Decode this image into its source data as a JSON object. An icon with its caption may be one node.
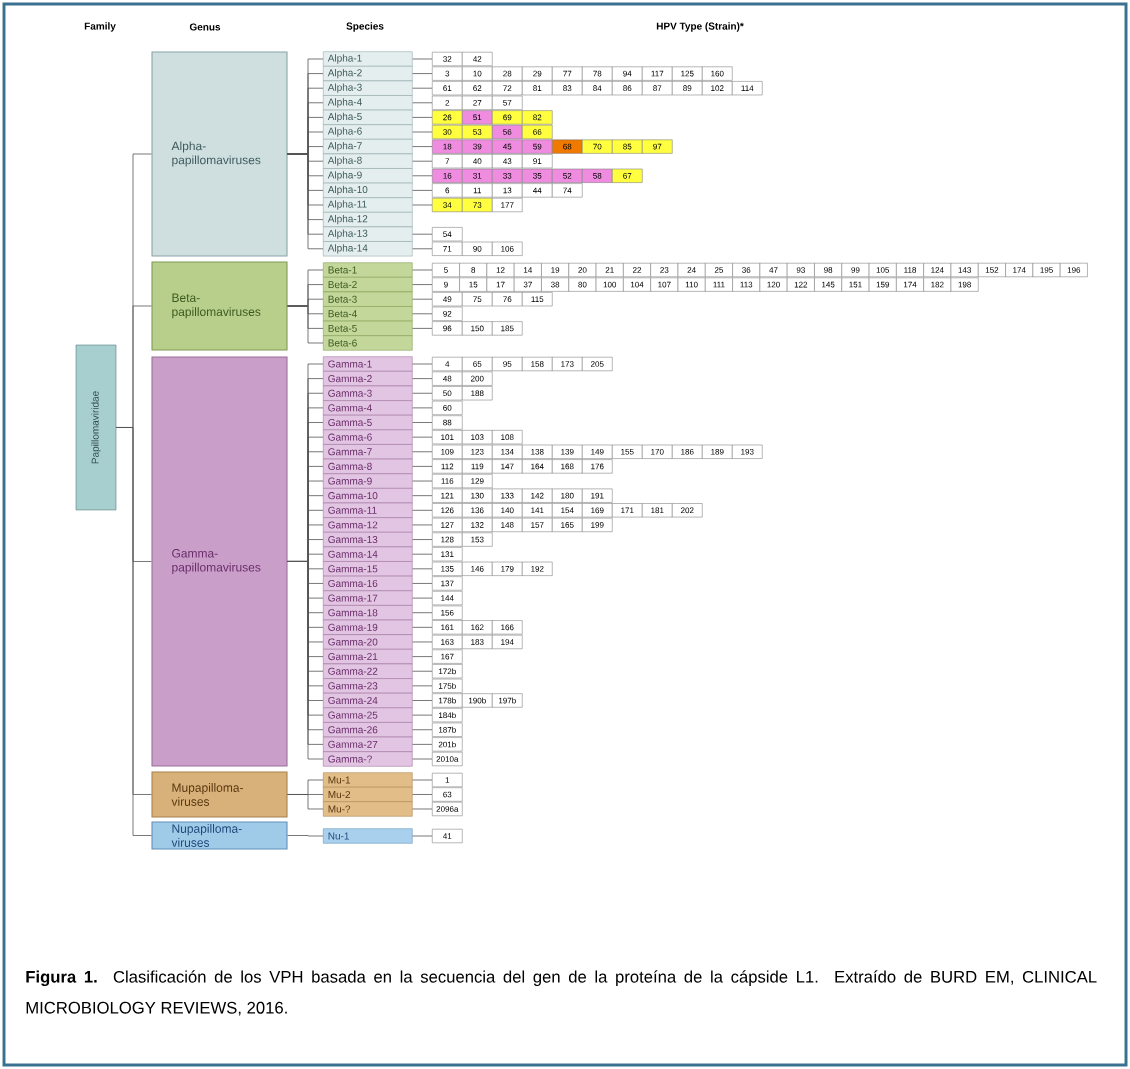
{
  "diagram": {
    "caption": "**Figura 1.** Clasificación de los VPH basada en la secuencia del gen de la proteína de la cápside L1. Extraído de BURD EM, CLINICAL MICROBIOLOGY REVIEWS, 2016.",
    "labels": [
      "Family",
      "Genus",
      "Species",
      "HPV Type (Strain)*"
    ],
    "nodes": [
      {
        "text": [
          "Papillomaviridae"
        ]
      },
      {
        "text": [
          "Alpha- papillomaviruses"
        ]
      },
      {
        "text": [
          "Beta- papillomaviruses"
        ]
      },
      {
        "text": [
          "Gamma- papillomaviruses"
        ]
      },
      {
        "text": [
          "Mupapilloma- viruses"
        ]
      },
      {
        "text": [
          "Nupapilloma- viruses"
        ]
      },
      {
        "text": [
          "Alpha-1"
        ]
      },
      {
        "text": [
          "Alpha-2"
        ]
      },
      {
        "text": [
          "Alpha-3"
        ]
      },
      {
        "text": [
          "Alpha-4"
        ]
      },
      {
        "text": [
          "Alpha-5"
        ]
      },
      {
        "text": [
          "Alpha-6"
        ]
      },
      {
        "text": [
          "Alpha-7"
        ]
      },
      {
        "text": [
          "Alpha-8"
        ]
      },
      {
        "text": [
          "Alpha-9"
        ]
      },
      {
        "text": [
          "Alpha-10"
        ]
      },
      {
        "text": [
          "Alpha-11"
        ]
      },
      {
        "text": [
          "Alpha-12"
        ]
      },
      {
        "text": [
          "Alpha-13"
        ]
      },
      {
        "text": [
          "Alpha-14"
        ]
      },
      {
        "text": [
          "Beta-1"
        ]
      },
      {
        "text": [
          "Beta-2"
        ]
      },
      {
        "text": [
          "Beta-3"
        ]
      },
      {
        "text": [
          "Beta-4"
        ]
      },
      {
        "text": [
          "Beta-5"
        ]
      },
      {
        "text": [
          "Beta-6"
        ]
      },
      {
        "text": [
          "Gamma-1"
        ]
      },
      {
        "text": [
          "Gamma-2"
        ]
      },
      {
        "text": [
          "Gamma-3"
        ]
      },
      {
        "text": [
          "Gamma-4"
        ]
      },
      {
        "text": [
          "Gamma-5"
        ]
      },
      {
        "text": [
          "Gamma-6"
        ]
      },
      {
        "text": [
          "Gamma-7"
        ]
      },
      {
        "text": [
          "Gamma-8"
        ]
      },
      {
        "text": [
          "Gamma-9"
        ]
      },
      {
        "text": [
          "Gamma-10"
        ]
      },
      {
        "text": [
          "Gamma-11"
        ]
      },
      {
        "text": [
          "Gamma-12"
        ]
      },
      {
        "text": [
          "Gamma-13"
        ]
      },
      {
        "text": [
          "Gamma-14"
        ]
      },
      {
        "text": [
          "Gamma-15"
        ]
      },
      {
        "text": [
          "Gamma-16"
        ]
      },
      {
        "text": [
          "Gamma-17"
        ]
      },
      {
        "text": [
          "Gamma-18"
        ]
      },
      {
        "text": [
          "Gamma-19"
        ]
      },
      {
        "text": [
          "Gamma-20"
        ]
      },
      {
        "text": [
          "Gamma-21"
        ]
      },
      {
        "text": [
          "Gamma-22"
        ]
      },
      {
        "text": [
          "Gamma-23"
        ]
      },
      {
        "text": [
          "Gamma-24"
        ]
      },
      {
        "text": [
          "Gamma-25"
        ]
      },
      {
        "text": [
          "Gamma-26"
        ]
      },
      {
        "text": [
          "Gamma-27"
        ]
      },
      {
        "text": [
          "Gamma-?"
        ]
      },
      {
        "text": [
          "Mu-1"
        ]
      },
      {
        "text": [
          "Mu-2"
        ]
      },
      {
        "text": [
          "Mu-?"
        ]
      },
      {
        "text": [
          "Nu-1"
        ]
      },
      {
        "text": [
          "32",
          "42"
        ]
      },
      {
        "text": [
          "3",
          "10",
          "28",
          "29",
          "77",
          "78",
          "94",
          "117",
          "125",
          "160"
        ]
      },
      {
        "text": [
          "61",
          "62",
          "72",
          "81",
          "83",
          "84",
          "86",
          "87",
          "89",
          "102",
          "114"
        ]
      },
      {
        "text": [
          "2",
          "27",
          "57"
        ]
      },
      {
        "text": [
          "26",
          "51",
          "69",
          "82"
        ]
      },
      {
        "text": [
          "30",
          "53",
          "56",
          "66"
        ]
      },
      {
        "text": [
          "18",
          "39",
          "45",
          "59",
          "68",
          "70",
          "85",
          "97"
        ]
      },
      {
        "text": [
          "7",
          "40",
          "43",
          "91"
        ]
      },
      {
        "text": [
          "16",
          "31",
          "33",
          "35",
          "52",
          "58",
          "67"
        ]
      },
      {
        "text": [
          "6",
          "11",
          "13",
          "44",
          "74"
        ]
      },
      {
        "text": [
          "34",
          "73",
          "177"
        ]
      },
      {
        "text": [
          "54"
        ]
      },
      {
        "text": [
          "71",
          "90",
          "106"
        ]
      },
      {
        "text": [
          "5",
          "8",
          "12",
          "14",
          "19",
          "20",
          "21",
          "22",
          "23",
          "24",
          "25",
          "36",
          "47",
          "93",
          "98",
          "99",
          "105",
          "118",
          "124",
          "143",
          "152",
          "174",
          "195",
          "196"
        ]
      },
      {
        "text": [
          "9",
          "15",
          "17",
          "37",
          "38",
          "80",
          "100",
          "104",
          "107",
          "110",
          "111",
          "113",
          "120",
          "122",
          "145",
          "151",
          "159",
          "174",
          "182",
          "198"
        ]
      },
      {
        "text": [
          "49",
          "75",
          "76",
          "115"
        ]
      },
      {
        "text": [
          "92"
        ]
      },
      {
        "text": [
          "96",
          "150",
          "185"
        ]
      },
      {
        "text": [
          "4",
          "65",
          "95",
          "158",
          "173",
          "205"
        ]
      },
      {
        "text": [
          "48",
          "200"
        ]
      },
      {
        "text": [
          "50",
          "188"
        ]
      },
      {
        "text": [
          "60"
        ]
      },
      {
        "text": [
          "88"
        ]
      },
      {
        "text": [
          "101",
          "103",
          "108"
        ]
      },
      {
        "text": [
          "109",
          "123",
          "134",
          "138",
          "139",
          "149",
          "155",
          "170",
          "186",
          "189",
          "193"
        ]
      },
      {
        "text": [
          "112",
          "119",
          "147",
          "164",
          "168",
          "176"
        ]
      },
      {
        "text": [
          "116",
          "129"
        ]
      },
      {
        "text": [
          "121",
          "130",
          "133",
          "142",
          "180",
          "191"
        ]
      },
      {
        "text": [
          "126",
          "136",
          "140",
          "141",
          "154",
          "169",
          "171",
          "181",
          "202"
        ]
      },
      {
        "text": [
          "127",
          "132",
          "148",
          "157",
          "165",
          "199"
        ]
      },
      {
        "text": [
          "128",
          "153"
        ]
      },
      {
        "text": [
          "131"
        ]
      },
      {
        "text": [
          "135",
          "146",
          "179",
          "192"
        ]
      },
      {
        "text": [
          "137"
        ]
      },
      {
        "text": [
          "144"
        ]
      },
      {
        "text": [
          "156"
        ]
      },
      {
        "text": [
          "161",
          "162",
          "166"
        ]
      },
      {
        "text": [
          "163",
          "183",
          "194"
        ]
      },
      {
        "text": [
          "167"
        ]
      },
      {
        "text": [
          "172b"
        ]
      },
      {
        "text": [
          "175b"
        ]
      },
      {
        "text": [
          "178b",
          "190b",
          "197b"
        ]
      },
      {
        "text": [
          "184b"
        ]
      },
      {
        "text": [
          "187b"
        ]
      },
      {
        "text": [
          "201b"
        ]
      },
      {
        "text": [
          "2010a"
        ]
      },
      {
        "text": [
          "1"
        ]
      },
      {
        "text": [
          "63"
        ]
      },
      {
        "text": [
          "2096a"
        ]
      },
      {
        "text": [
          "41"
        ]
      }
    ],
    "edges": [
      {
        "from": 0,
        "to": 1,
        "arrow": "none"
      },
      {
        "from": 0,
        "to": 2,
        "arrow": "none"
      },
      {
        "from": 0,
        "to": 3,
        "arrow": "none"
      },
      {
        "from": 0,
        "to": 4,
        "arrow": "none"
      },
      {
        "from": 0,
        "to": 5,
        "arrow": "none"
      },
      {
        "from": 1,
        "to": 6,
        "arrow": "none"
      },
      {
        "from": 1,
        "to": 7,
        "arrow": "none"
      },
      {
        "from": 1,
        "to": 8,
        "arrow": "none"
      },
      {
        "from": 1,
        "to": 9,
        "arrow": "none"
      },
      {
        "from": 1,
        "to": 10,
        "arrow": "none"
      },
      {
        "from": 1,
        "to": 11,
        "arrow": "none"
      },
      {
        "from": 1,
        "to": 12,
        "arrow": "none"
      },
      {
        "from": 1,
        "to": 13,
        "arrow": "none"
      },
      {
        "from": 1,
        "to": 14,
        "arrow": "none"
      },
      {
        "from": 1,
        "to": 15,
        "arrow": "none"
      },
      {
        "from": 1,
        "to": 16,
        "arrow": "none"
      },
      {
        "from": 1,
        "to": 17,
        "arrow": "none"
      },
      {
        "from": 1,
        "to": 18,
        "arrow": "none"
      },
      {
        "from": 1,
        "to": 19,
        "arrow": "none"
      },
      {
        "from": 2,
        "to": 20,
        "arrow": "none"
      },
      {
        "from": 2,
        "to": 21,
        "arrow": "none"
      },
      {
        "from": 2,
        "to": 22,
        "arrow": "none"
      },
      {
        "from": 2,
        "to": 23,
        "arrow": "none"
      },
      {
        "from": 2,
        "to": 24,
        "arrow": "none"
      },
      {
        "from": 2,
        "to": 25,
        "arrow": "none"
      },
      {
        "from": 3,
        "to": 26,
        "arrow": "none"
      },
      {
        "from": 3,
        "to": 27,
        "arrow": "none"
      },
      {
        "from": 3,
        "to": 28,
        "arrow": "none"
      },
      {
        "from": 3,
        "to": 29,
        "arrow": "none"
      },
      {
        "from": 3,
        "to": 30,
        "arrow": "none"
      },
      {
        "from": 3,
        "to": 31,
        "arrow": "none"
      },
      {
        "from": 3,
        "to": 32,
        "arrow": "none"
      },
      {
        "from": 3,
        "to": 33,
        "arrow": "none"
      },
      {
        "from": 3,
        "to": 34,
        "arrow": "none"
      },
      {
        "from": 3,
        "to": 35,
        "arrow": "none"
      },
      {
        "from": 3,
        "to": 36,
        "arrow": "none"
      },
      {
        "from": 3,
        "to": 37,
        "arrow": "none"
      },
      {
        "from": 3,
        "to": 38,
        "arrow": "none"
      },
      {
        "from": 3,
        "to": 39,
        "arrow": "none"
      },
      {
        "from": 3,
        "to": 40,
        "arrow": "none"
      },
      {
        "from": 3,
        "to": 41,
        "arrow": "none"
      },
      {
        "from": 3,
        "to": 42,
        "arrow": "none"
      },
      {
        "from": 3,
        "to": 43,
        "arrow": "none"
      },
      {
        "from": 3,
        "to": 44,
        "arrow": "none"
      },
      {
        "from": 3,
        "to": 45,
        "arrow": "none"
      },
      {
        "from": 3,
        "to": 46,
        "arrow": "none"
      },
      {
        "from": 3,
        "to": 47,
        "arrow": "none"
      },
      {
        "from": 3,
        "to": 48,
        "arrow": "none"
      },
      {
        "from": 3,
        "to": 49,
        "arrow": "none"
      },
      {
        "from": 3,
        "to": 50,
        "arrow": "none"
      },
      {
        "from": 3,
        "to": 51,
        "arrow": "none"
      },
      {
        "from": 3,
        "to": 52,
        "arrow": "none"
      },
      {
        "from": 3,
        "to": 53,
        "arrow": "none"
      },
      {
        "from": 4,
        "to": 54,
        "arrow": "none"
      },
      {
        "from": 4,
        "to": 55,
        "arrow": "none"
      },
      {
        "from": 4,
        "to": 56,
        "arrow": "none"
      },
      {
        "from": 5,
        "to": 57,
        "arrow": "none"
      },
      {
        "from": 6,
        "to": 58,
        "arrow": "none"
      },
      {
        "from": 7,
        "to": 59,
        "arrow": "none"
      },
      {
        "from": 8,
        "to": 60,
        "arrow": "none"
      },
      {
        "from": 9,
        "to": 61,
        "arrow": "none"
      },
      {
        "from": 10,
        "to": 62,
        "arrow": "none"
      },
      {
        "from": 11,
        "to": 63,
        "arrow": "none"
      },
      {
        "from": 12,
        "to": 64,
        "arrow": "none"
      },
      {
        "from": 13,
        "to": 65,
        "arrow": "none"
      },
      {
        "from": 14,
        "to": 66,
        "arrow": "none"
      },
      {
        "from": 15,
        "to": 67,
        "arrow": "none"
      },
      {
        "from": 16,
        "to": 68,
        "arrow": "none"
      },
      {
        "from": 18,
        "to": 69,
        "arrow": "none"
      },
      {
        "from": 19,
        "to": 70,
        "arrow": "none"
      },
      {
        "from": 20,
        "to": 71,
        "arrow": "none"
      },
      {
        "from": 21,
        "to": 72,
        "arrow": "none"
      },
      {
        "from": 22,
        "to": 73,
        "arrow": "none"
      },
      {
        "from": 23,
        "to": 74,
        "arrow": "none"
      },
      {
        "from": 24,
        "to": 75,
        "arrow": "none"
      },
      {
        "from": 26,
        "to": 76,
        "arrow": "none"
      },
      {
        "from": 27,
        "to": 77,
        "arrow": "none"
      },
      {
        "from": 28,
        "to": 78,
        "arrow": "none"
      },
      {
        "from": 29,
        "to": 79,
        "arrow": "none"
      },
      {
        "from": 30,
        "to": 80,
        "arrow": "none"
      },
      {
        "from": 31,
        "to": 81,
        "arrow": "none"
      },
      {
        "from": 32,
        "to": 82,
        "arrow": "none"
      },
      {
        "from": 33,
        "to": 83,
        "arrow": "none"
      },
      {
        "from": 34,
        "to": 84,
        "arrow": "none"
      },
      {
        "from": 35,
        "to": 85,
        "arrow": "none"
      },
      {
        "from": 36,
        "to": 86,
        "arrow": "none"
      },
      {
        "from": 37,
        "to": 87,
        "arrow": "none"
      },
      {
        "from": 38,
        "to": 88,
        "arrow": "none"
      },
      {
        "from": 39,
        "to": 89,
        "arrow": "none"
      },
      {
        "from": 40,
        "to": 90,
        "arrow": "none"
      },
      {
        "from": 41,
        "to": 91,
        "arrow": "none"
      },
      {
        "from": 42,
        "to": 92,
        "arrow": "none"
      },
      {
        "from": 43,
        "to": 93,
        "arrow": "none"
      },
      {
        "from": 44,
        "to": 94,
        "arrow": "none"
      },
      {
        "from": 45,
        "to": 95,
        "arrow": "none"
      },
      {
        "from": 46,
        "to": 96,
        "arrow": "none"
      },
      {
        "from": 47,
        "to": 97,
        "arrow": "none"
      },
      {
        "from": 48,
        "to": 98,
        "arrow": "none"
      },
      {
        "from": 49,
        "to": 99,
        "arrow": "none"
      },
      {
        "from": 50,
        "to": 100,
        "arrow": "none"
      },
      {
        "from": 51,
        "to": 101,
        "arrow": "none"
      },
      {
        "from": 52,
        "to": 102,
        "arrow": "none"
      },
      {
        "from": 53,
        "to": 103,
        "arrow": "none"
      },
      {
        "from": 54,
        "to": 104,
        "arrow": "none"
      },
      {
        "from": 55,
        "to": 105,
        "arrow": "none"
      },
      {
        "from": 56,
        "to": 106,
        "arrow": "none"
      },
      {
        "from": 57,
        "to": 107,
        "arrow": "none"
      }
    ]
  }
}
